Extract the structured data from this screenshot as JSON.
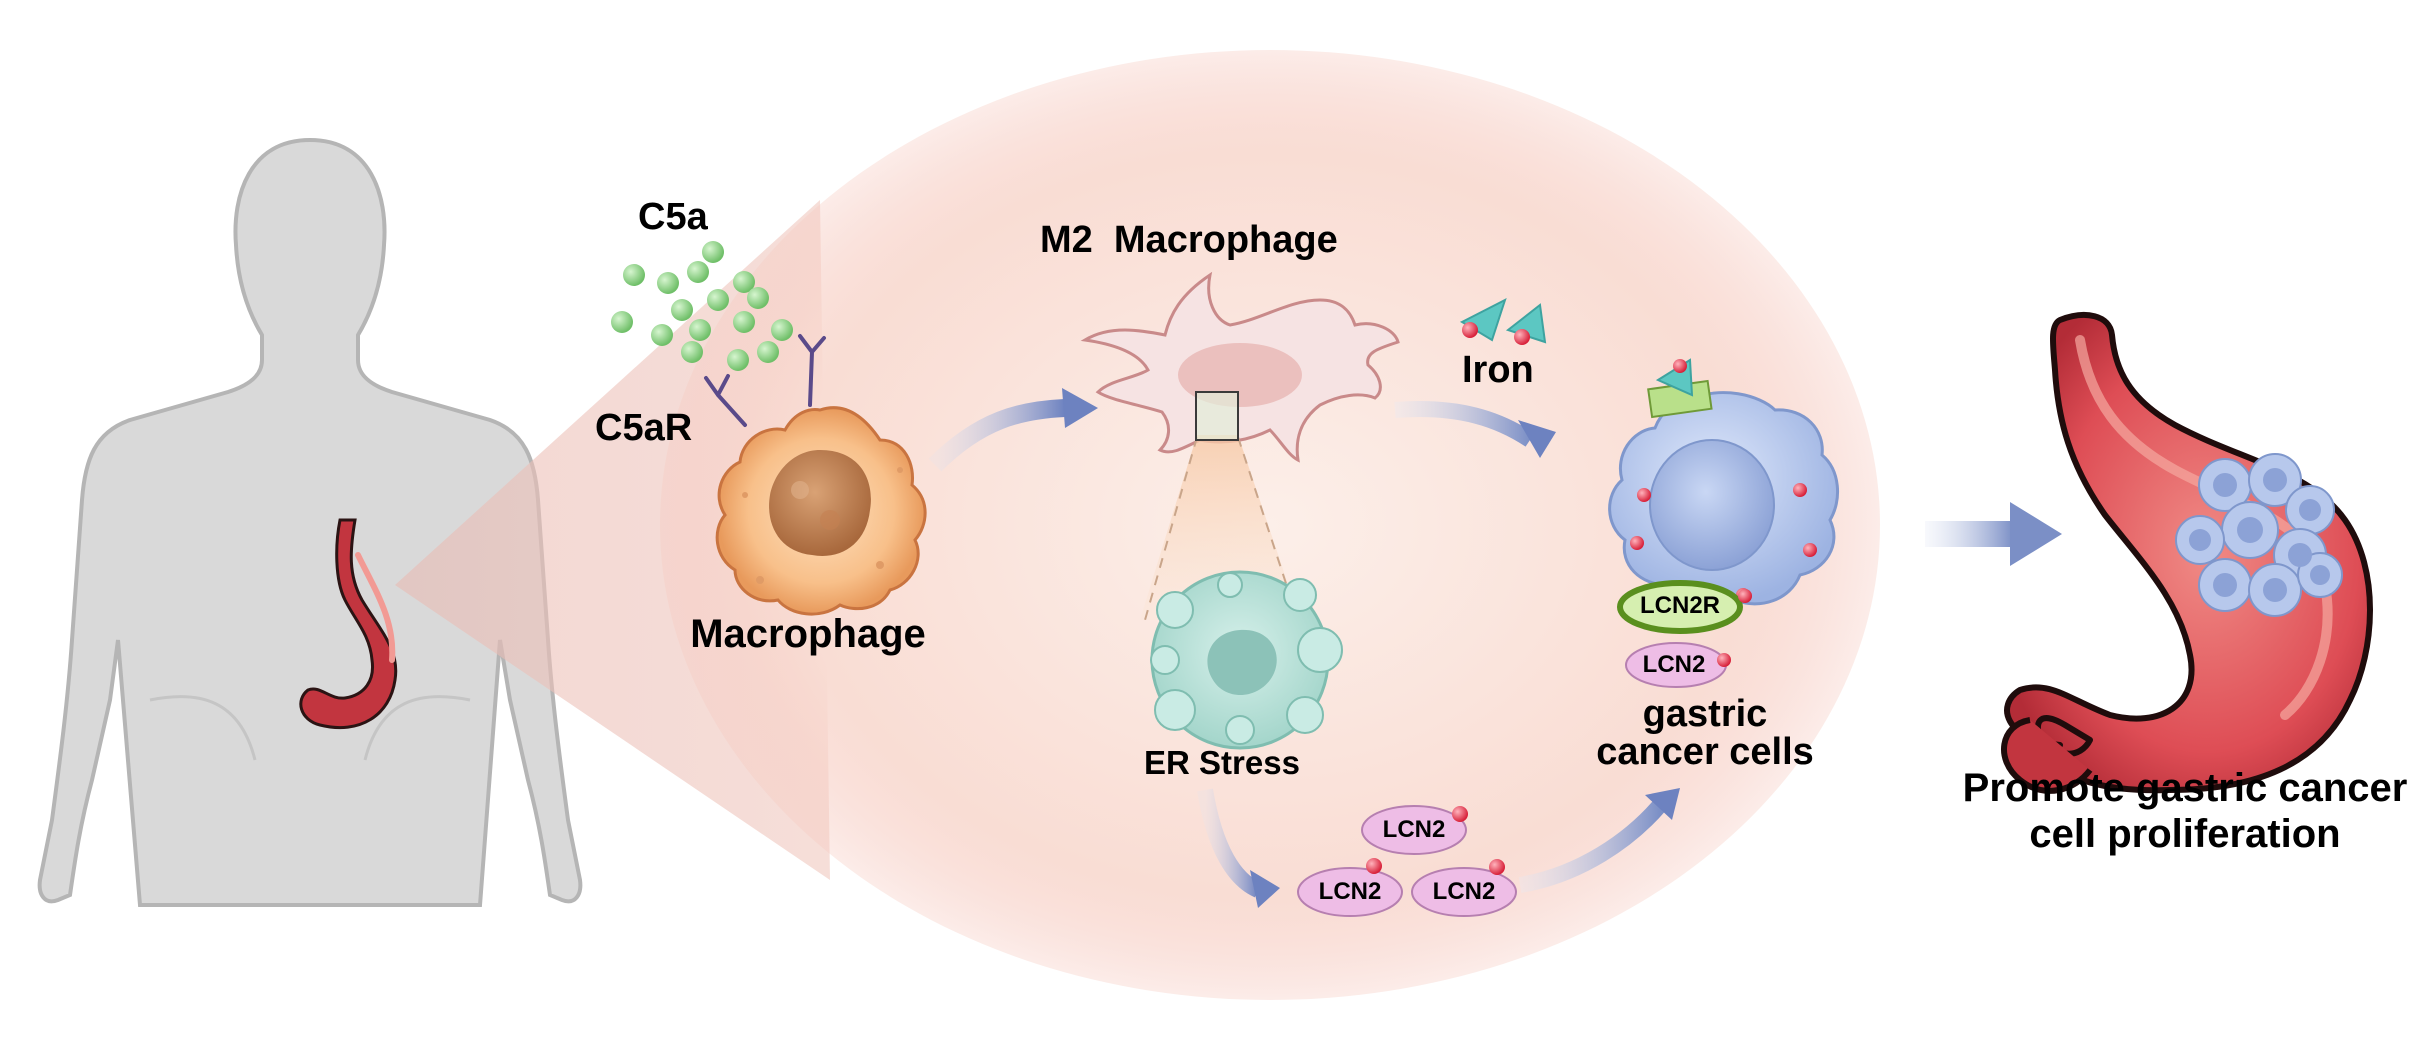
{
  "labels": {
    "c5a": "C5a",
    "c5ar": "C5aR",
    "macrophage": "Macrophage",
    "m2_macrophage": "M2  Macrophage",
    "er_stress": "ER Stress",
    "iron": "Iron",
    "lcn2": "LCN2",
    "lcn2r": "LCN2R",
    "gastric_cancer_cells_line1": "gastric",
    "gastric_cancer_cells_line2": "cancer cells",
    "outcome_line1": "Promote gastric cancer",
    "outcome_line2": "cell proliferation"
  },
  "colors": {
    "body_silhouette": "#d9d9d9",
    "body_outline": "#b5b5b5",
    "zoom_oval": "#fbe3dc",
    "c5a_particle": "#8fd08a",
    "c5ar_receptor": "#5a4a8a",
    "macrophage": "#f6b47a",
    "macrophage_nucleus": "#c98a5b",
    "m2_macrophage": "#f3dcdc",
    "er_stress_cell": "#bfe3dc",
    "iron_triangle": "#4fc3c3",
    "iron_dot": "#e8334a",
    "cancer_cell": "#b7c8ec",
    "lcn2r_ring": "#5a8f1e",
    "lcn2r_fill": "#d6efb0",
    "lcn2_pill": "#eebde6",
    "arrow": "#7b8fc6",
    "stomach_wall": "#9c2a2f",
    "stomach_inner": "#e15a5e"
  },
  "icons": [
    "human-silhouette-icon",
    "stomach-icon",
    "c5a-particle-icon",
    "c5ar-receptor-icon",
    "macrophage-cell-icon",
    "m2-macrophage-cell-icon",
    "er-stress-cell-icon",
    "iron-icon",
    "cancer-cell-icon",
    "lcn2-protein-icon",
    "arrow-icon"
  ]
}
